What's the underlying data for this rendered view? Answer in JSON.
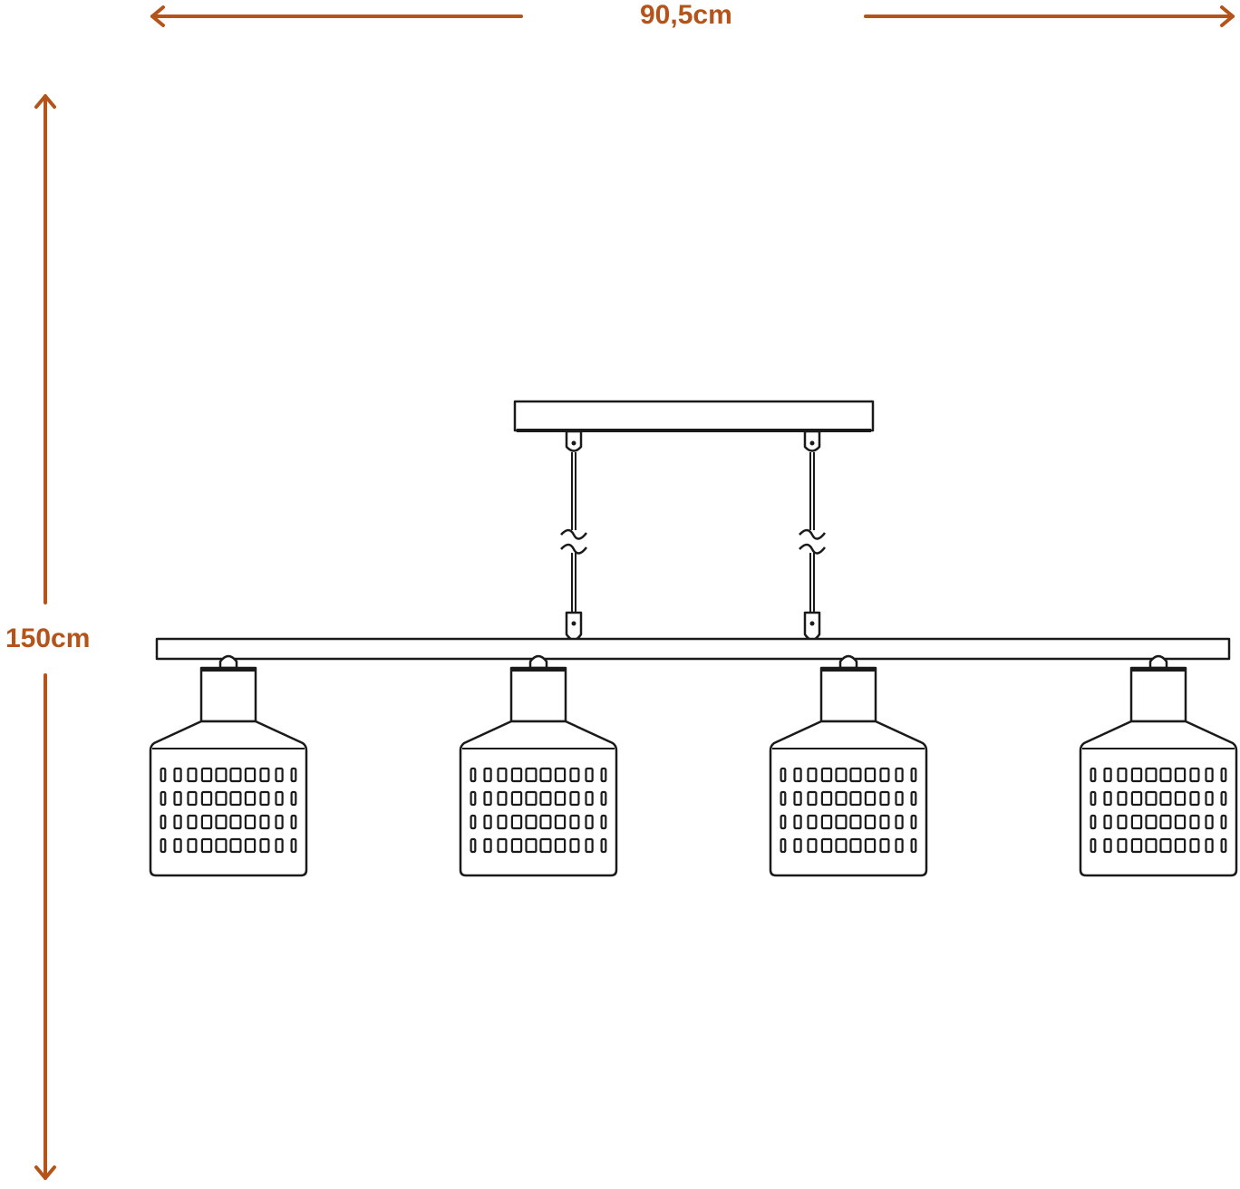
{
  "dimensions": {
    "width_label": "90,5cm",
    "height_label": "150cm",
    "color": "#b4531a"
  },
  "drawing": {
    "line_color": "#1a1a1a",
    "lamp_shades": 4,
    "suspension_rods": 2
  }
}
